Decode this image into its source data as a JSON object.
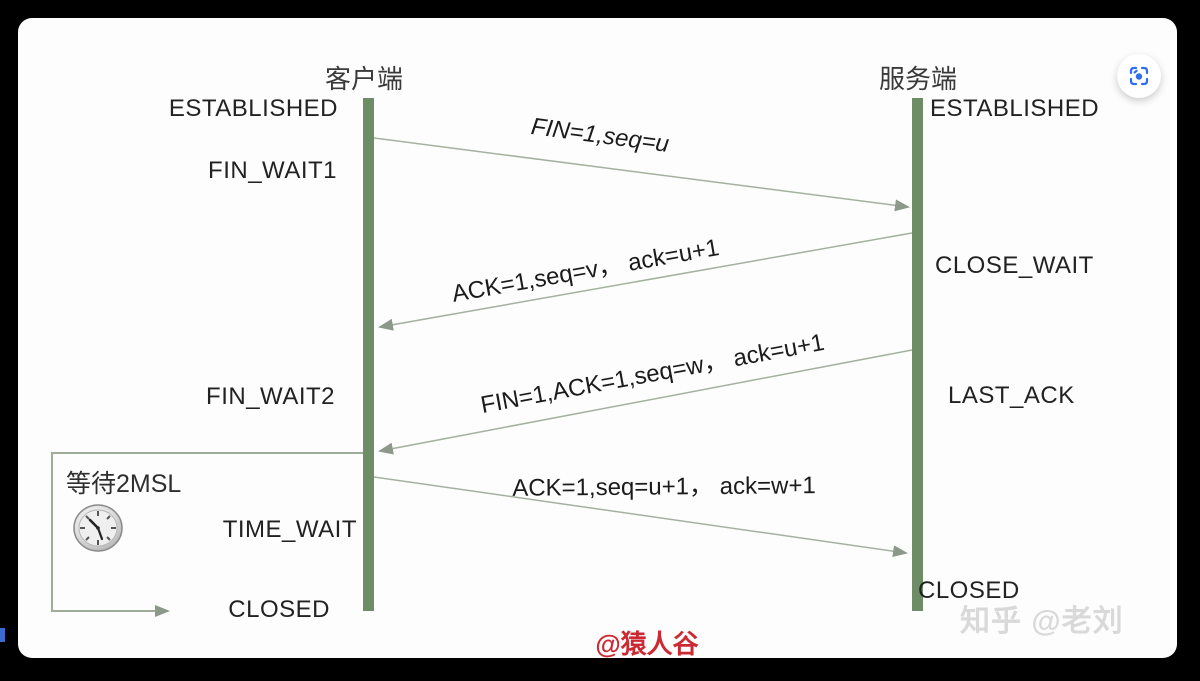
{
  "viewer": {
    "watermark": "知乎 @老刘",
    "credit": "@猿人谷",
    "image_search_button": {
      "icon": "image-search-icon",
      "color": "#2e6cf0"
    }
  },
  "diagram": {
    "client": {
      "title": "客户端",
      "states": [
        "ESTABLISHED",
        "FIN_WAIT1",
        "FIN_WAIT2",
        "TIME_WAIT",
        "CLOSED"
      ]
    },
    "server": {
      "title": "服务端",
      "states": [
        "ESTABLISHED",
        "CLOSE_WAIT",
        "LAST_ACK",
        "CLOSED"
      ]
    },
    "messages": [
      "FIN=1,seq=u",
      "ACK=1,seq=v， ack=u+1",
      "FIN=1,ACK=1,seq=w， ack=u+1",
      "ACK=1,seq=u+1， ack=w+1"
    ],
    "wait_box": {
      "label": "等待2MSL",
      "icon": "clock-icon"
    },
    "colors": {
      "lifeline": "#6e8d67",
      "arrow_line": "#a4b1a0",
      "arrowhead": "#8c988a",
      "credit_red": "#cc2a33",
      "watermark_gray": "#d9d9d9",
      "icon_blue": "#2e6cf0"
    }
  }
}
